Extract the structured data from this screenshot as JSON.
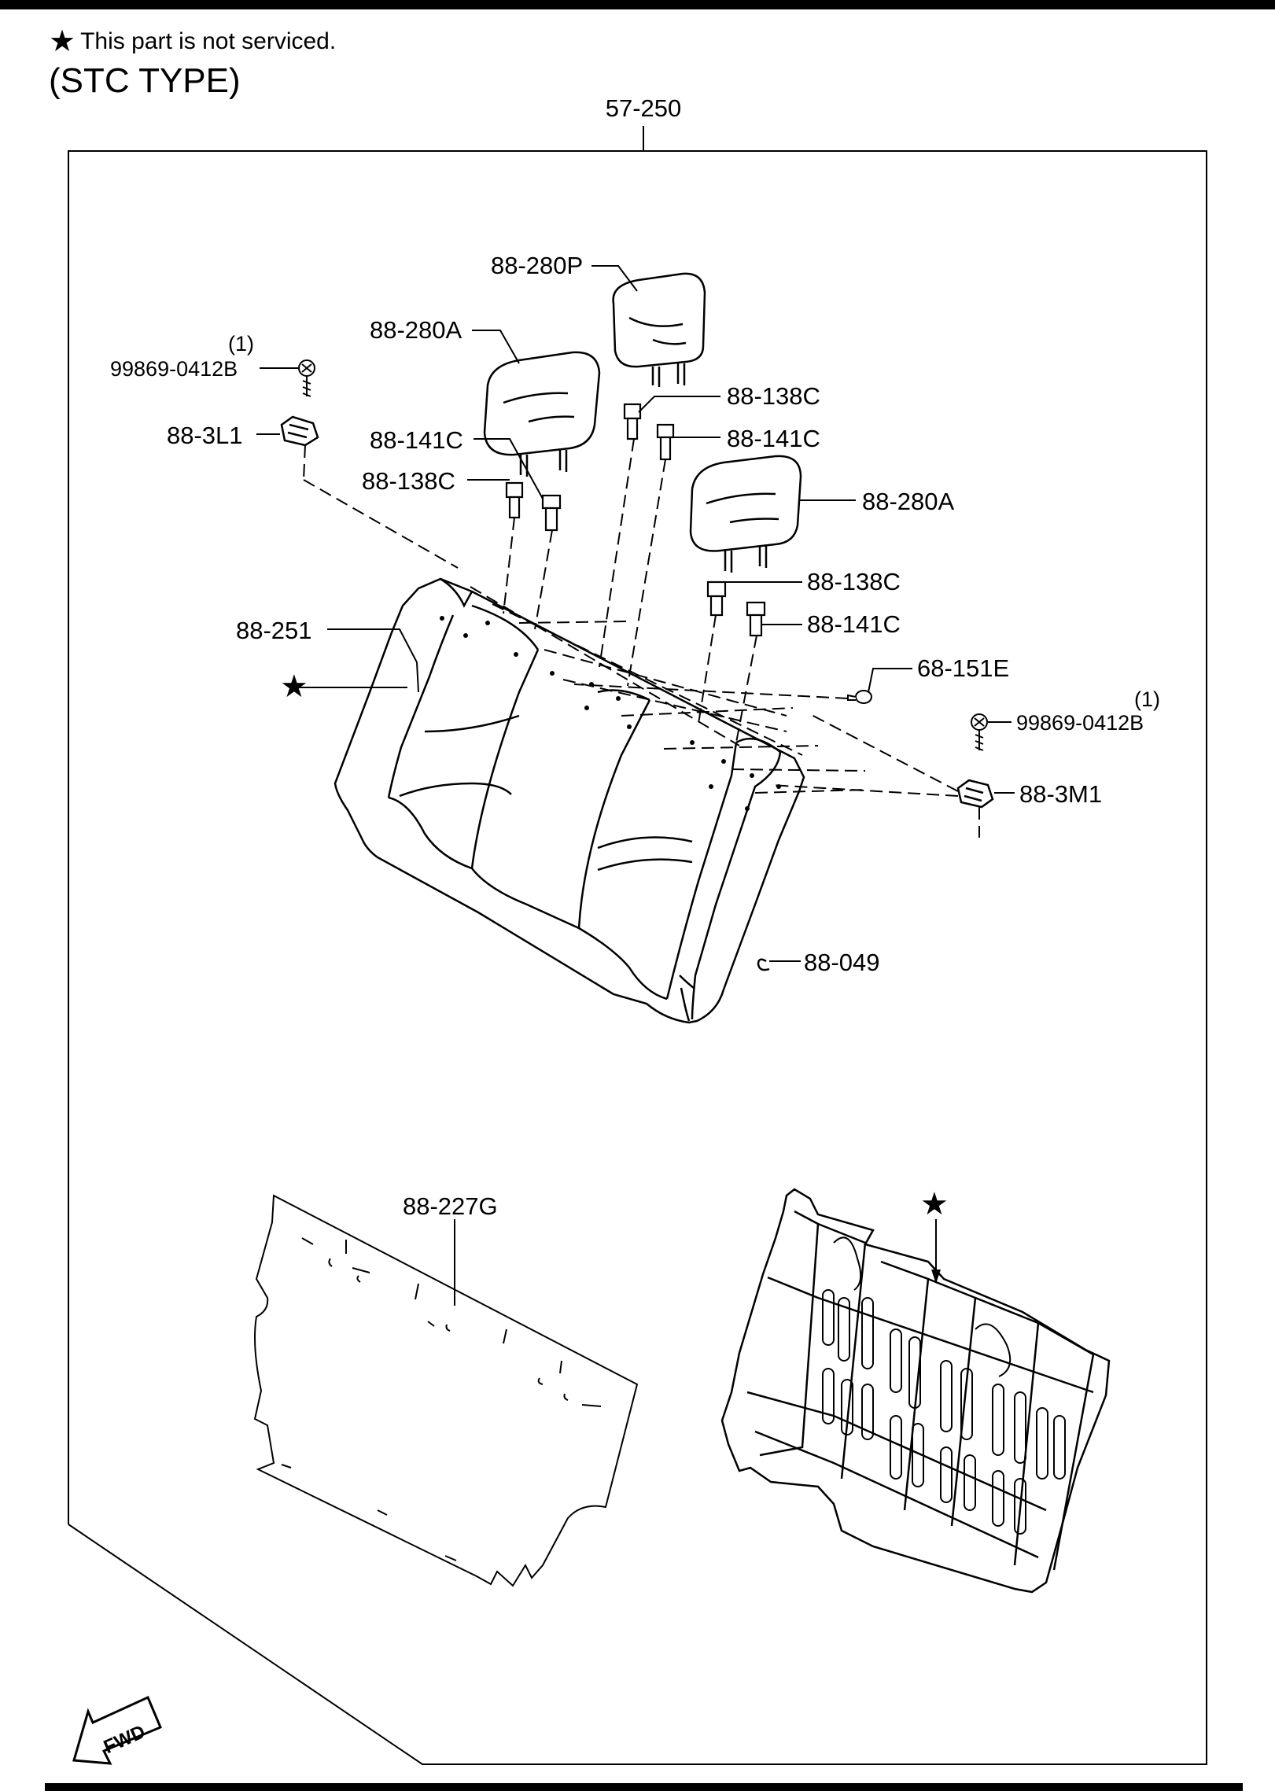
{
  "header": {
    "note_symbol": "★",
    "note_text": "This part is not serviced.",
    "type_label": "(STC TYPE)"
  },
  "assembly": {
    "label": "57-250"
  },
  "callouts": [
    {
      "id": "hr-center",
      "text": "88-280P"
    },
    {
      "id": "hr-left",
      "text": "88-280A"
    },
    {
      "id": "hr-right",
      "text": "88-280A"
    },
    {
      "id": "guide-c-138",
      "text": "88-138C"
    },
    {
      "id": "guide-c-141",
      "text": "88-141C"
    },
    {
      "id": "guide-l-141",
      "text": "88-141C"
    },
    {
      "id": "guide-l-138",
      "text": "88-138C"
    },
    {
      "id": "guide-r-138",
      "text": "88-138C"
    },
    {
      "id": "guide-r-141",
      "text": "88-141C"
    },
    {
      "id": "screw-left-qty",
      "text": "(1)"
    },
    {
      "id": "screw-left",
      "text": "99869-0412B"
    },
    {
      "id": "cover-left",
      "text": "88-3L1"
    },
    {
      "id": "trim",
      "text": "88-251"
    },
    {
      "id": "clip",
      "text": "68-151E"
    },
    {
      "id": "screw-right-qty",
      "text": "(1)"
    },
    {
      "id": "screw-right",
      "text": "99869-0412B"
    },
    {
      "id": "cover-right",
      "text": "88-3M1"
    },
    {
      "id": "ring",
      "text": "88-049"
    },
    {
      "id": "pad",
      "text": "88-227G"
    }
  ],
  "marks": {
    "not_serviced_star": "★",
    "fwd": "FWD"
  }
}
